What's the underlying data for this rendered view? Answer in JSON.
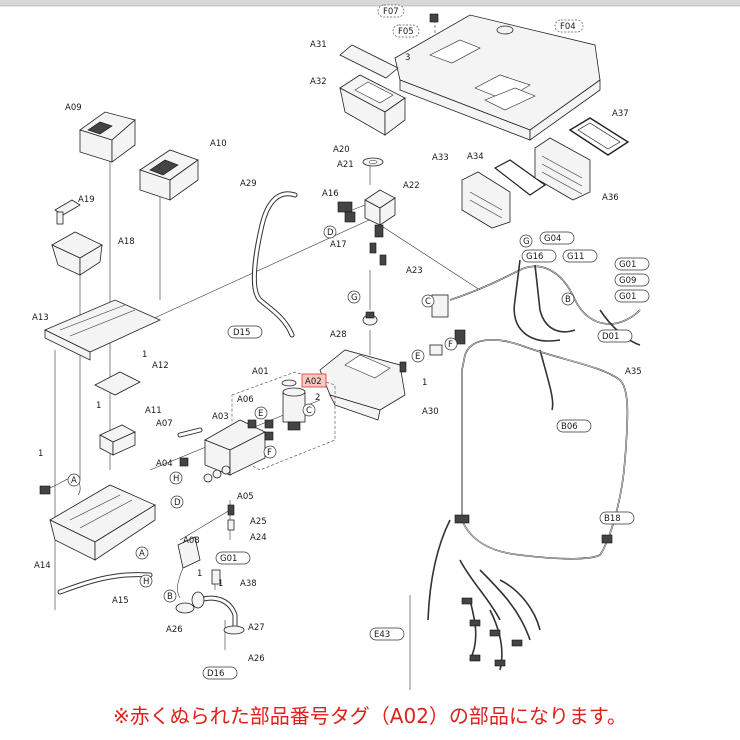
{
  "highlight": {
    "part": "A02",
    "color": "#e5483c",
    "fill": "#f7c9c3"
  },
  "caption": "※赤くぬられた部品番号タグ（A02）の部品になります。",
  "labels": {
    "a01": "A01",
    "a02": "A02",
    "a03": "A03",
    "a04": "A04",
    "a05": "A05",
    "a06": "A06",
    "a07": "A07",
    "a08": "A08",
    "a09": "A09",
    "a10": "A10",
    "a11": "A11",
    "a12": "A12",
    "a13": "A13",
    "a14": "A14",
    "a15": "A15",
    "a16": "A16",
    "a17": "A17",
    "a18": "A18",
    "a19": "A19",
    "a20": "A20",
    "a21": "A21",
    "a22": "A22",
    "a23": "A23",
    "a24": "A24",
    "a25": "A25",
    "a26a": "A26",
    "a26b": "A26",
    "a27": "A27",
    "a28": "A28",
    "a29": "A29",
    "a30": "A30",
    "a31": "A31",
    "a32": "A32",
    "a33": "A33",
    "a34": "A34",
    "a35": "A35",
    "a36": "A36",
    "a37": "A37",
    "a38": "A38"
  },
  "ref_tags": {
    "f07": "F07",
    "f05": "F05",
    "f04": "F04",
    "d15": "D15",
    "g01_mid": "G01",
    "d16": "D16",
    "g04": "G04",
    "g16": "G16",
    "g11": "G11",
    "g01_r1": "G01",
    "g09": "G09",
    "g01_r2": "G01",
    "d01": "D01",
    "b06": "B06",
    "b18": "B18",
    "e43": "E43"
  },
  "markers": {
    "a1": "A",
    "a2": "A",
    "b1": "B",
    "b2": "B",
    "c1": "C",
    "c2": "C",
    "d1": "D",
    "d2": "D",
    "e1": "E",
    "e2": "E",
    "f1": "F",
    "f2": "F",
    "g1": "G",
    "g2": "G",
    "h1": "H",
    "h2": "H"
  },
  "numbers": {
    "n3": "3",
    "n1a": "1",
    "n1b": "1",
    "n1c": "1",
    "n1d": "1",
    "n1e": "1",
    "n1f": "1",
    "n2": "2"
  },
  "icons": {
    "screw": "screw-icon",
    "connector": "connector-icon"
  }
}
